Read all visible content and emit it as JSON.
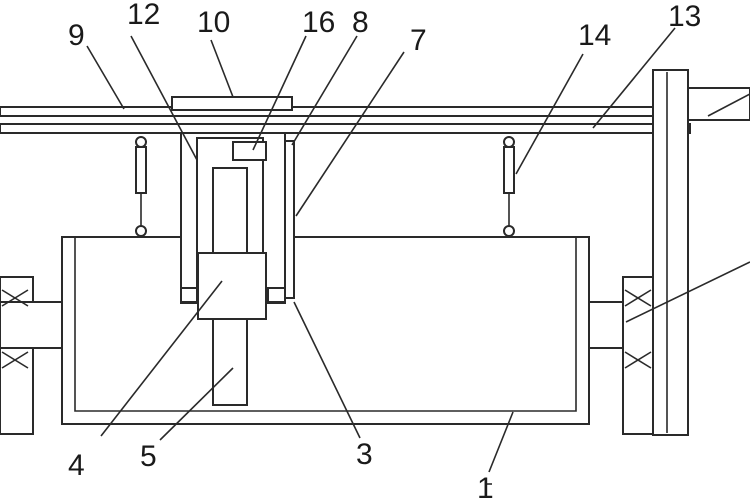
{
  "figure": {
    "part_numbers": [
      {
        "id": "n12",
        "text": "12"
      },
      {
        "id": "n10",
        "text": "10"
      },
      {
        "id": "n16",
        "text": "16"
      },
      {
        "id": "n8",
        "text": "8"
      },
      {
        "id": "n9",
        "text": "9"
      },
      {
        "id": "n7",
        "text": "7"
      },
      {
        "id": "n13",
        "text": "13"
      },
      {
        "id": "n14",
        "text": "14"
      },
      {
        "id": "n4",
        "text": "4"
      },
      {
        "id": "n5",
        "text": "5"
      },
      {
        "id": "n3",
        "text": "3"
      },
      {
        "id": "n1",
        "text": "1"
      }
    ]
  }
}
